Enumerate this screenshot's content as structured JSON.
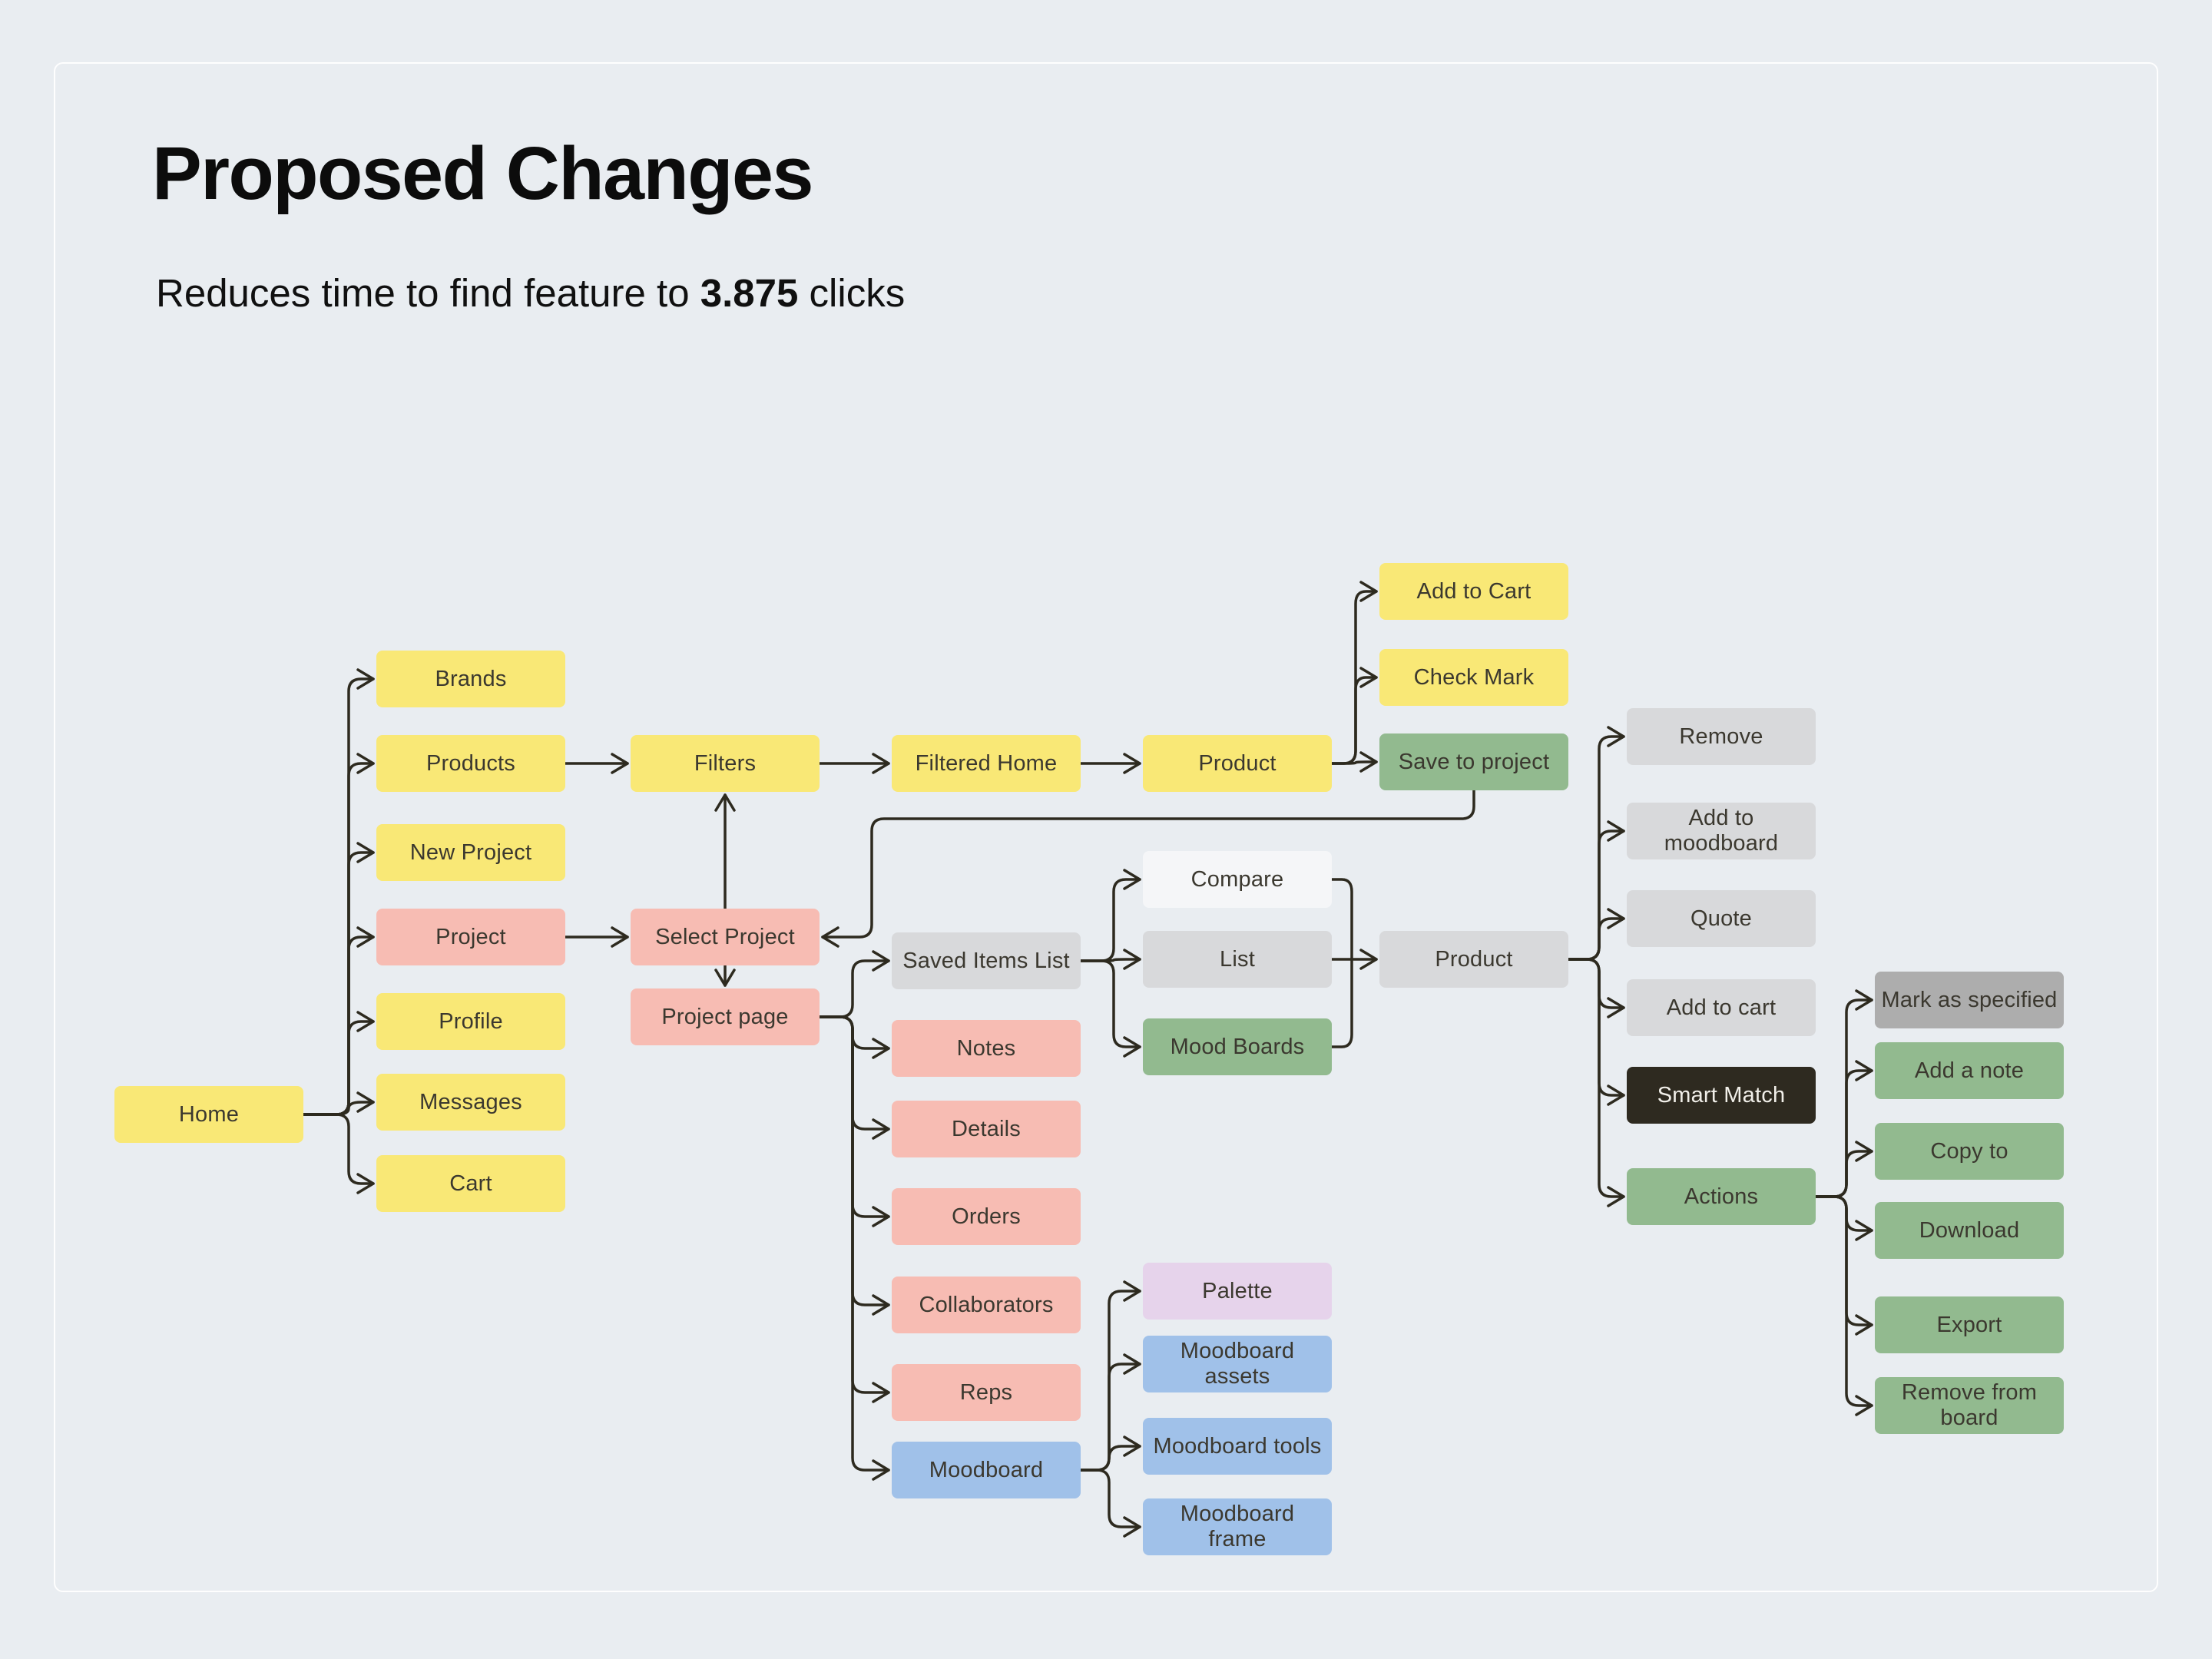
{
  "page": {
    "title": "Proposed Changes",
    "subtitle": {
      "prefix": "Reduces time to find feature to ",
      "bold": "3.875",
      "suffix": " clicks"
    }
  },
  "palette": {
    "yellow": "#F9E876",
    "pink": "#F7BCB3",
    "green": "#92BA8F",
    "gray": "#D8D9DB",
    "gray_dark": "#ADADAD",
    "blue": "#A0C1E9",
    "lavender": "#E6D3EB",
    "white": "#F5F6F8",
    "dark": "#2E2A20",
    "line": "#2D2A1F",
    "background": "#E9EDF1",
    "panel_border": "#FFFFFF",
    "text": "#3B382F",
    "text_on_dark": "#F1EFE9"
  },
  "nodes": [
    {
      "id": "home",
      "label": "Home",
      "color": "yellow"
    },
    {
      "id": "brands",
      "label": "Brands",
      "color": "yellow"
    },
    {
      "id": "products",
      "label": "Products",
      "color": "yellow"
    },
    {
      "id": "new-project",
      "label": "New Project",
      "color": "yellow"
    },
    {
      "id": "project",
      "label": "Project",
      "color": "pink"
    },
    {
      "id": "profile",
      "label": "Profile",
      "color": "yellow"
    },
    {
      "id": "messages",
      "label": "Messages",
      "color": "yellow"
    },
    {
      "id": "cart",
      "label": "Cart",
      "color": "yellow"
    },
    {
      "id": "filters",
      "label": "Filters",
      "color": "yellow"
    },
    {
      "id": "select-project",
      "label": "Select Project",
      "color": "pink"
    },
    {
      "id": "project-page",
      "label": "Project page",
      "color": "pink"
    },
    {
      "id": "filtered-home",
      "label": "Filtered Home",
      "color": "yellow"
    },
    {
      "id": "product-1",
      "label": "Product",
      "color": "yellow"
    },
    {
      "id": "add-to-cart",
      "label": "Add to Cart",
      "color": "yellow"
    },
    {
      "id": "check-mark",
      "label": "Check Mark",
      "color": "yellow"
    },
    {
      "id": "save-to-project",
      "label": "Save to project",
      "color": "green"
    },
    {
      "id": "saved-items-list",
      "label": "Saved Items List",
      "color": "gray"
    },
    {
      "id": "notes",
      "label": "Notes",
      "color": "pink"
    },
    {
      "id": "details",
      "label": "Details",
      "color": "pink"
    },
    {
      "id": "orders",
      "label": "Orders",
      "color": "pink"
    },
    {
      "id": "collaborators",
      "label": "Collaborators",
      "color": "pink"
    },
    {
      "id": "reps",
      "label": "Reps",
      "color": "pink"
    },
    {
      "id": "moodboard",
      "label": "Moodboard",
      "color": "blue"
    },
    {
      "id": "compare",
      "label": "Compare",
      "color": "white"
    },
    {
      "id": "list",
      "label": "List",
      "color": "gray"
    },
    {
      "id": "mood-boards",
      "label": "Mood Boards",
      "color": "green"
    },
    {
      "id": "product-2",
      "label": "Product",
      "color": "gray"
    },
    {
      "id": "remove",
      "label": "Remove",
      "color": "gray"
    },
    {
      "id": "add-to-moodboard",
      "label": "Add to moodboard",
      "color": "gray"
    },
    {
      "id": "quote",
      "label": "Quote",
      "color": "gray"
    },
    {
      "id": "add-to-cart-2",
      "label": "Add to cart",
      "color": "gray"
    },
    {
      "id": "smart-match",
      "label": "Smart Match",
      "color": "dark"
    },
    {
      "id": "actions",
      "label": "Actions",
      "color": "green"
    },
    {
      "id": "mark-as-specified",
      "label": "Mark as specified",
      "color": "gray_dark"
    },
    {
      "id": "add-a-note",
      "label": "Add a note",
      "color": "green"
    },
    {
      "id": "copy-to",
      "label": "Copy to",
      "color": "green"
    },
    {
      "id": "download",
      "label": "Download",
      "color": "green"
    },
    {
      "id": "export",
      "label": "Export",
      "color": "green"
    },
    {
      "id": "remove-from-board",
      "label": "Remove from board",
      "color": "green"
    },
    {
      "id": "palette",
      "label": "Palette",
      "color": "lavender"
    },
    {
      "id": "moodboard-assets",
      "label": "Moodboard assets",
      "color": "blue"
    },
    {
      "id": "moodboard-tools",
      "label": "Moodboard tools",
      "color": "blue"
    },
    {
      "id": "moodboard-frame",
      "label": "Moodboard frame",
      "color": "blue"
    }
  ],
  "edges": [
    {
      "type": "fanout",
      "from": "home",
      "to": [
        "brands",
        "products",
        "new-project",
        "project",
        "profile",
        "messages",
        "cart"
      ]
    },
    {
      "type": "straight",
      "from": "products",
      "to": "filters"
    },
    {
      "type": "straight",
      "from": "filters",
      "to": "filtered-home"
    },
    {
      "type": "straight",
      "from": "filtered-home",
      "to": "product-1"
    },
    {
      "type": "fanout",
      "from": "product-1",
      "to": [
        "add-to-cart",
        "check-mark",
        "save-to-project"
      ]
    },
    {
      "type": "straight",
      "from": "project",
      "to": "select-project"
    },
    {
      "type": "up",
      "from": "select-project",
      "to": "filters"
    },
    {
      "type": "down",
      "from": "select-project",
      "to": "project-page"
    },
    {
      "type": "return",
      "from": "save-to-project",
      "to": "select-project"
    },
    {
      "type": "fanout",
      "from": "project-page",
      "to": [
        "saved-items-list",
        "notes",
        "details",
        "orders",
        "collaborators",
        "reps",
        "moodboard"
      ]
    },
    {
      "type": "fanout",
      "from": "saved-items-list",
      "to": [
        "compare",
        "list",
        "mood-boards"
      ]
    },
    {
      "type": "fanin",
      "from": [
        "compare",
        "list",
        "mood-boards"
      ],
      "to": "product-2"
    },
    {
      "type": "fanout",
      "from": "product-2",
      "to": [
        "remove",
        "add-to-moodboard",
        "quote",
        "add-to-cart-2",
        "smart-match",
        "actions"
      ]
    },
    {
      "type": "fanout",
      "from": "actions",
      "to": [
        "mark-as-specified",
        "add-a-note",
        "copy-to",
        "download",
        "export",
        "remove-from-board"
      ]
    },
    {
      "type": "fanout",
      "from": "moodboard",
      "to": [
        "palette",
        "moodboard-assets",
        "moodboard-tools",
        "moodboard-frame"
      ]
    }
  ]
}
